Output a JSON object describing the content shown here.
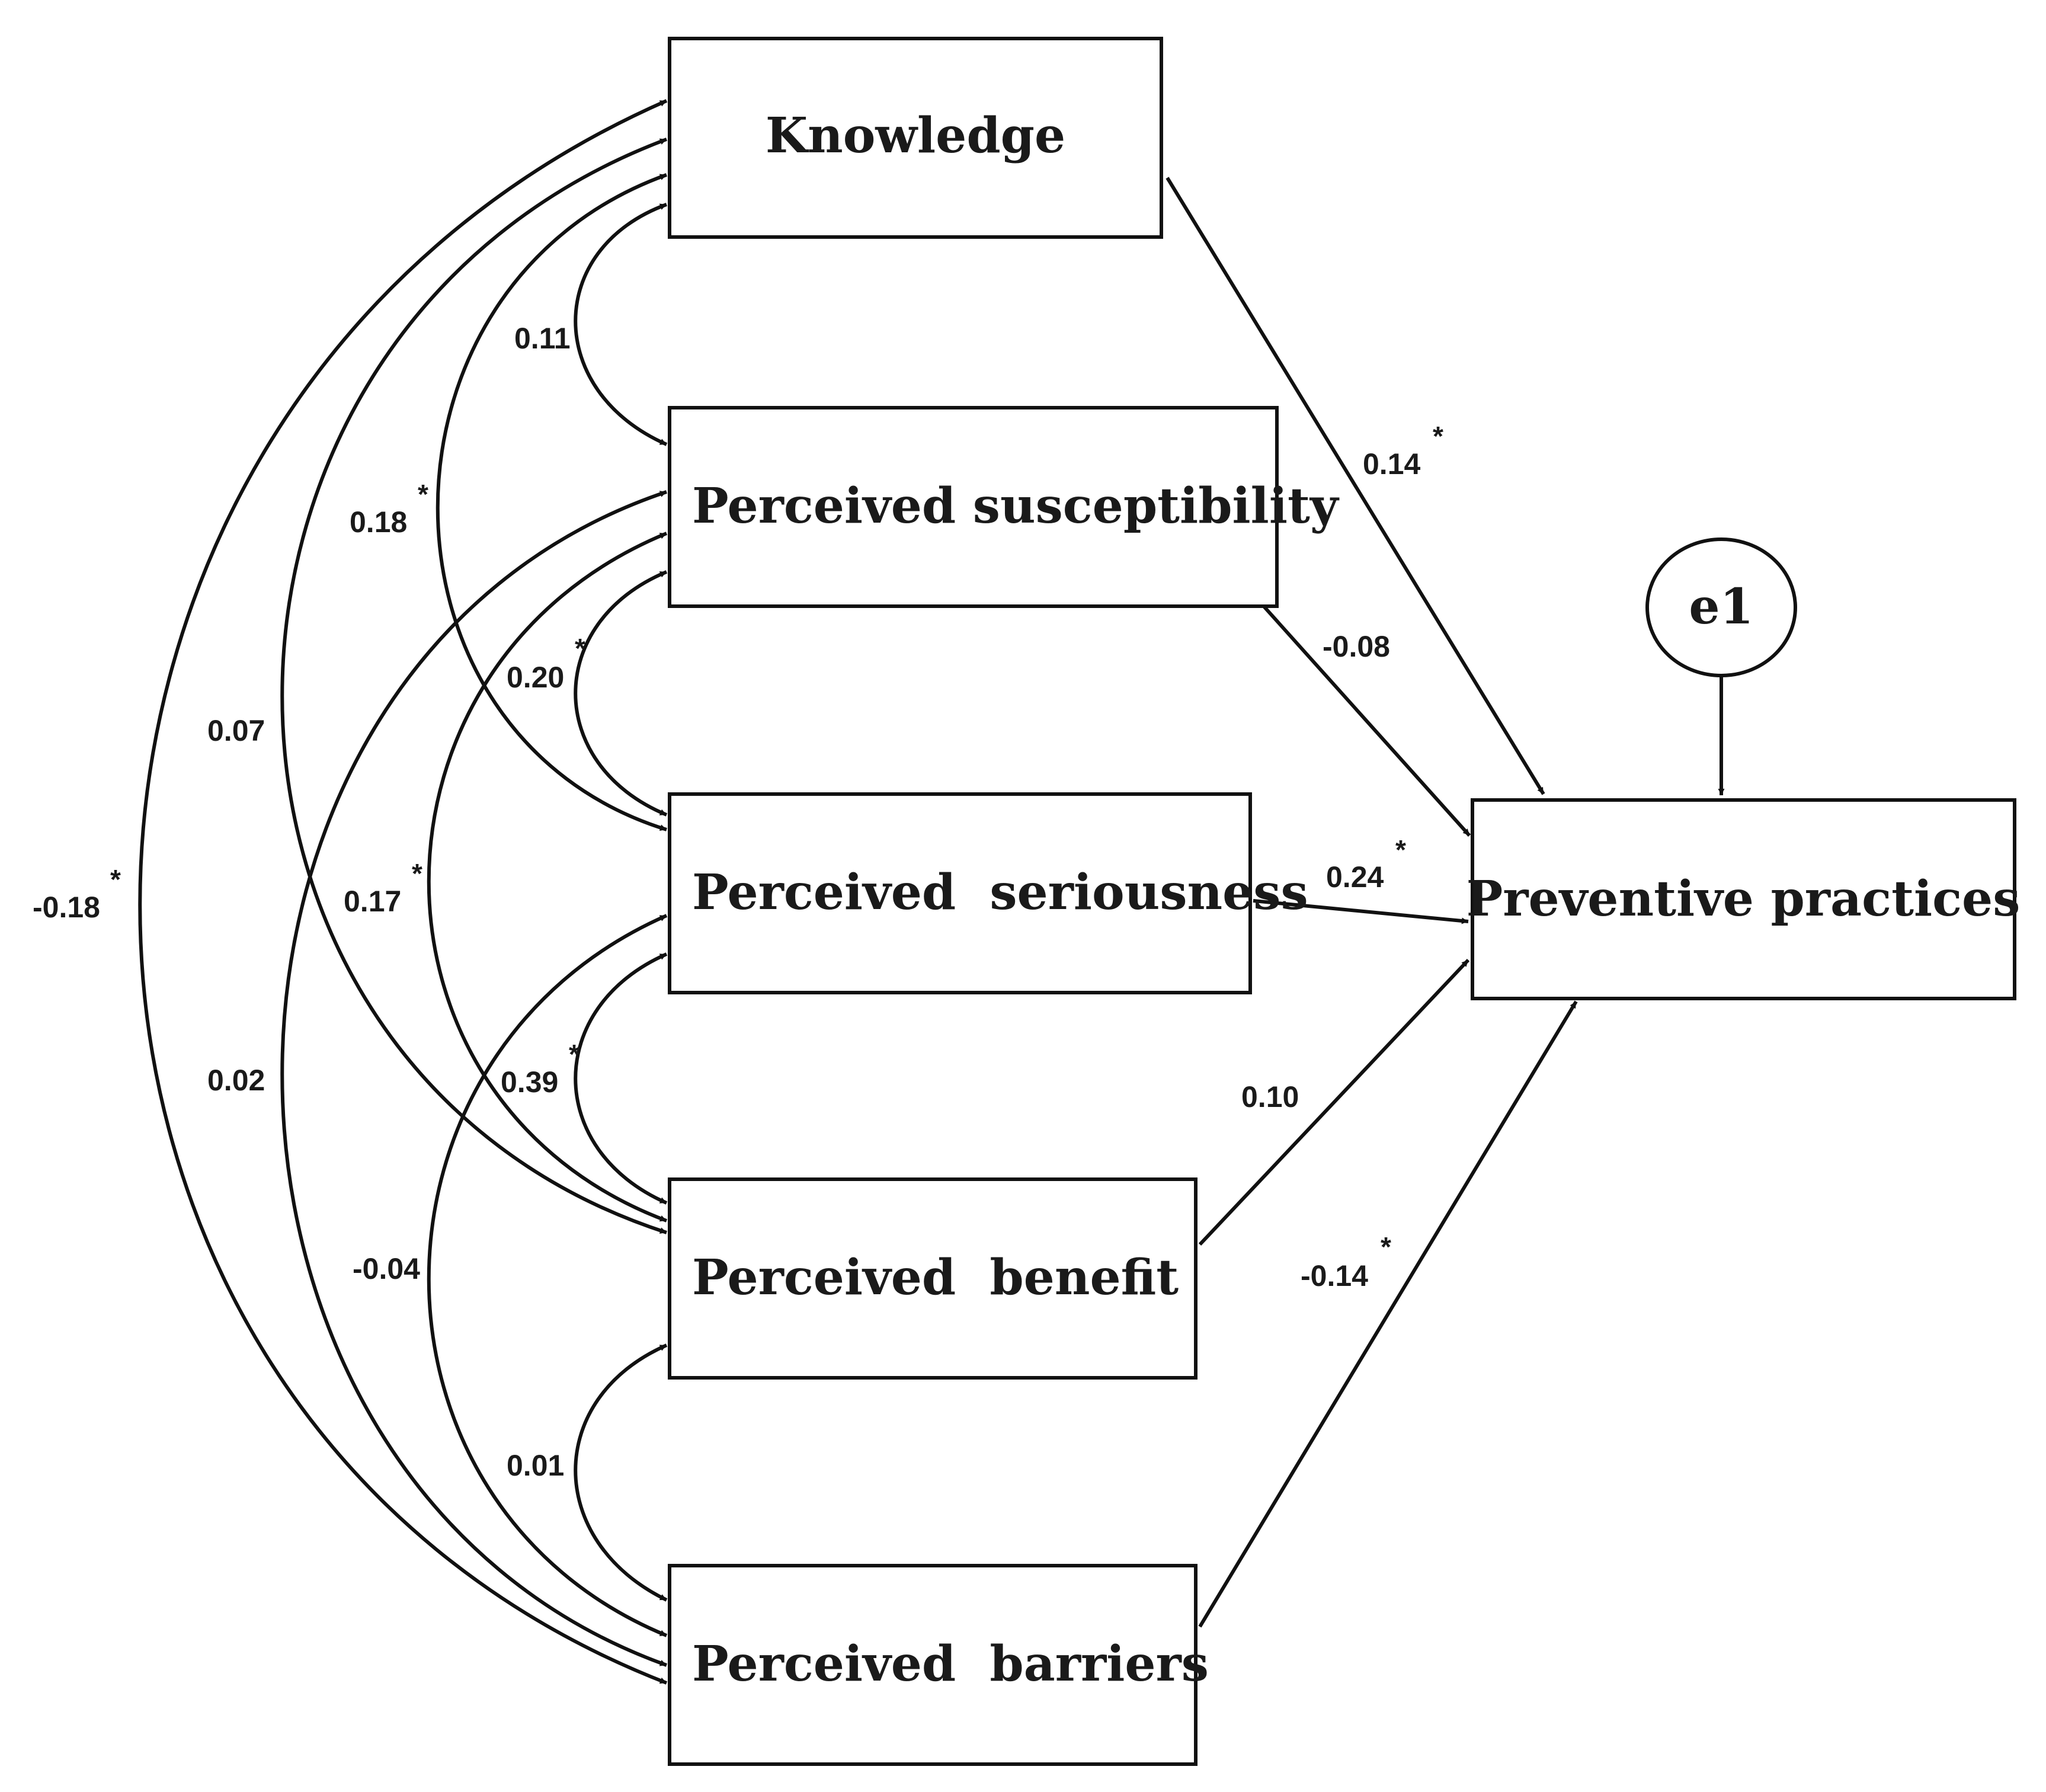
{
  "nodes": {
    "knowledge": "Knowledge",
    "susceptibility": "Perceived susceptibility",
    "seriousness": "Perceived  seriousness",
    "benefit": "Perceived  benefit",
    "barriers": "Perceived  barriers",
    "outcome": "Preventive practices",
    "error": "e1"
  },
  "paths": {
    "knowledge": {
      "value": "0.14",
      "star": "*"
    },
    "susceptibility": {
      "value": "-0.08",
      "star": ""
    },
    "seriousness": {
      "value": "0.24",
      "star": "*"
    },
    "benefit": {
      "value": "0.10",
      "star": ""
    },
    "barriers": {
      "value": "-0.14",
      "star": "*"
    }
  },
  "covariances": {
    "knowledge_susceptibility": {
      "value": "0.11",
      "star": ""
    },
    "knowledge_seriousness": {
      "value": "0.18",
      "star": "*"
    },
    "knowledge_benefit": {
      "value": "0.07",
      "star": ""
    },
    "knowledge_barriers": {
      "value": "-0.18",
      "star": "*"
    },
    "susceptibility_seriousness": {
      "value": "0.20",
      "star": "*"
    },
    "susceptibility_benefit": {
      "value": "0.17",
      "star": "*"
    },
    "susceptibility_barriers": {
      "value": "0.02",
      "star": ""
    },
    "seriousness_benefit": {
      "value": "0.39",
      "star": "*"
    },
    "seriousness_barriers": {
      "value": "-0.04",
      "star": ""
    },
    "benefit_barriers": {
      "value": "0.01",
      "star": ""
    }
  }
}
